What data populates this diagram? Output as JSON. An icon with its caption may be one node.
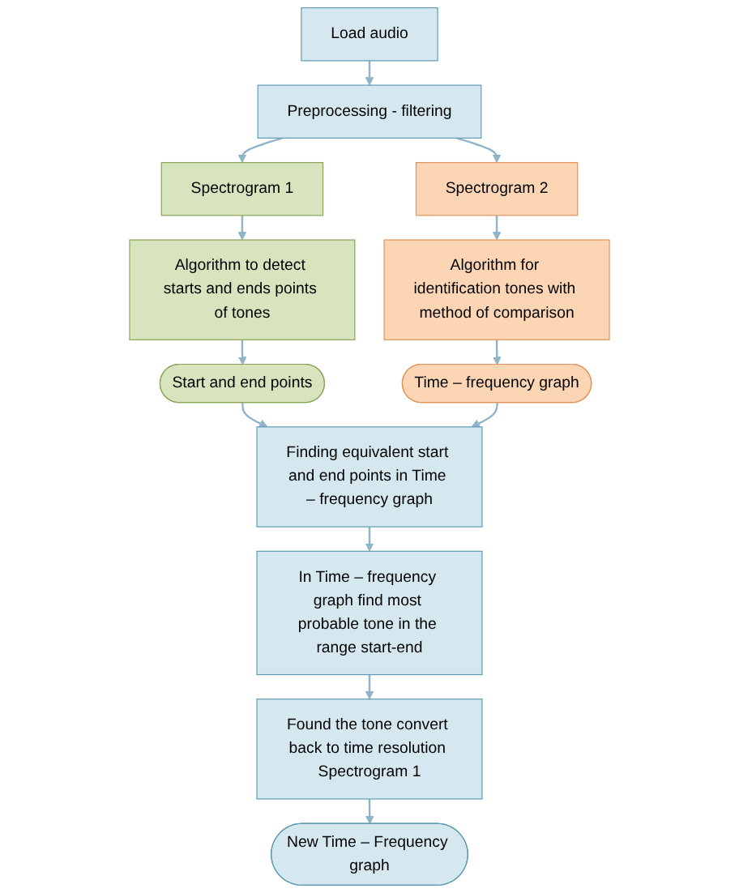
{
  "diagram": {
    "nodes": [
      {
        "text": [
          "Load audio"
        ]
      },
      {
        "text": [
          "Preprocessing - filtering"
        ]
      },
      {
        "text": [
          "Spectrogram 1"
        ]
      },
      {
        "text": [
          "Spectrogram 2"
        ]
      },
      {
        "text": [
          "Algorithm to detect starts and ends points of tones"
        ]
      },
      {
        "text": [
          "Algorithm for identification tones with method of comparison"
        ]
      },
      {
        "text": [
          "Start and end points"
        ]
      },
      {
        "text": [
          "Time – frequency graph"
        ]
      },
      {
        "text": [
          "Finding equivalent start and end points in Time – frequency graph"
        ]
      },
      {
        "text": [
          "In Time – frequency graph find most probable tone in the range start-end"
        ]
      },
      {
        "text": [
          "Found the tone convert back to time resolution Spectrogram 1"
        ]
      },
      {
        "text": [
          "New Time – Frequency graph"
        ]
      }
    ],
    "edges": [
      {
        "from": 0,
        "to": 1,
        "arrow": "to"
      },
      {
        "from": 1,
        "to": 2,
        "arrow": "to"
      },
      {
        "from": 1,
        "to": 3,
        "arrow": "to"
      },
      {
        "from": 2,
        "to": 4,
        "arrow": "to"
      },
      {
        "from": 3,
        "to": 5,
        "arrow": "to"
      },
      {
        "from": 4,
        "to": 6,
        "arrow": "to"
      },
      {
        "from": 5,
        "to": 7,
        "arrow": "to"
      },
      {
        "from": 6,
        "to": 8,
        "arrow": "to"
      },
      {
        "from": 7,
        "to": 8,
        "arrow": "to"
      },
      {
        "from": 8,
        "to": 9,
        "arrow": "to"
      },
      {
        "from": 9,
        "to": 10,
        "arrow": "to"
      },
      {
        "from": 10,
        "to": 11,
        "arrow": "to"
      }
    ]
  }
}
